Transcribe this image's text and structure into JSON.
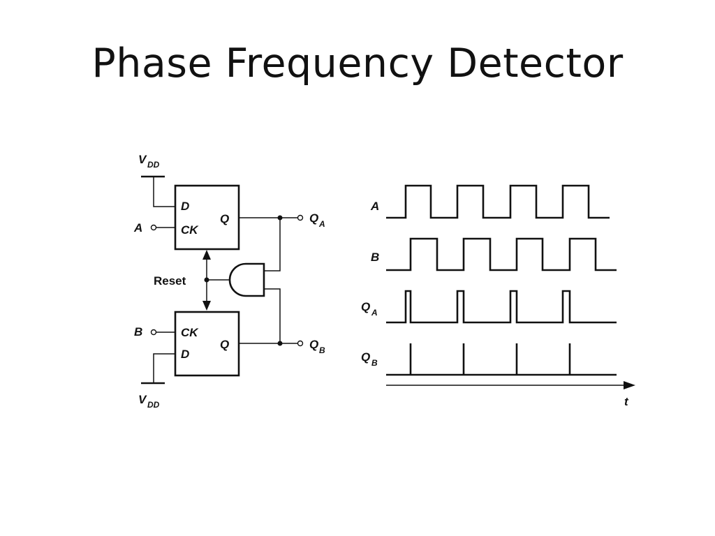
{
  "slide": {
    "title": "Phase Frequency Detector"
  },
  "circuit": {
    "supply_label": "V",
    "supply_sub": "DD",
    "input_a": "A",
    "input_b": "B",
    "ff_d": "D",
    "ff_ck": "CK",
    "ff_q": "Q",
    "reset": "Reset",
    "out_main": "Q",
    "out_a_sub": "A",
    "out_b_sub": "B"
  },
  "timing": {
    "signals": [
      {
        "main": "A",
        "sub": ""
      },
      {
        "main": "B",
        "sub": ""
      },
      {
        "main": "Q",
        "sub": "A"
      },
      {
        "main": "Q",
        "sub": "B"
      }
    ],
    "time_label": "t"
  },
  "colors": {
    "ink": "#111111",
    "background": "#ffffff"
  }
}
